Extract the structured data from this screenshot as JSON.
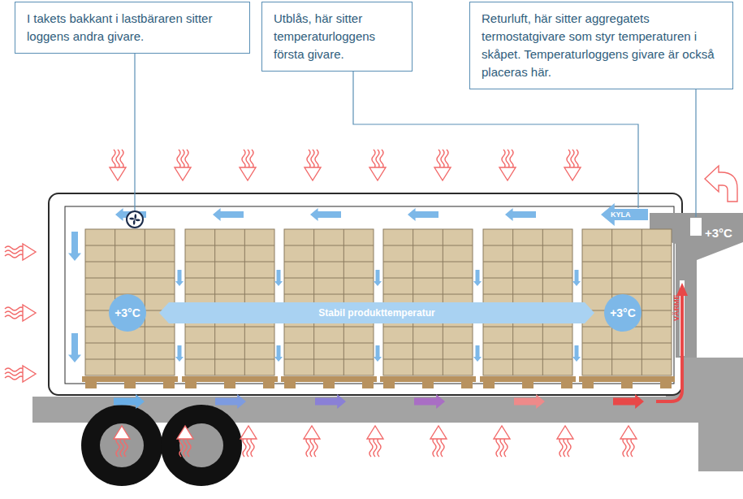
{
  "diagram": {
    "nodes": [
      {
        "text": [
          "I takets bakkant i lastbäraren sitter loggens andra givare."
        ]
      },
      {
        "text": [
          "Utblås, här sitter temperaturloggens första givare."
        ]
      },
      {
        "text": [
          "Returluft, här sitter aggregatets termostatgivare som styr temperaturen i skåpet. Temperaturloggens givare är också placeras här."
        ]
      },
      {
        "text": [
          "+3°C"
        ]
      },
      {
        "text": [
          "Stabil produkttemperatur"
        ]
      },
      {
        "text": [
          "+3°C"
        ]
      }
    ],
    "labels": [
      "KYLA",
      "+3°C",
      "VÄRME"
    ]
  }
}
